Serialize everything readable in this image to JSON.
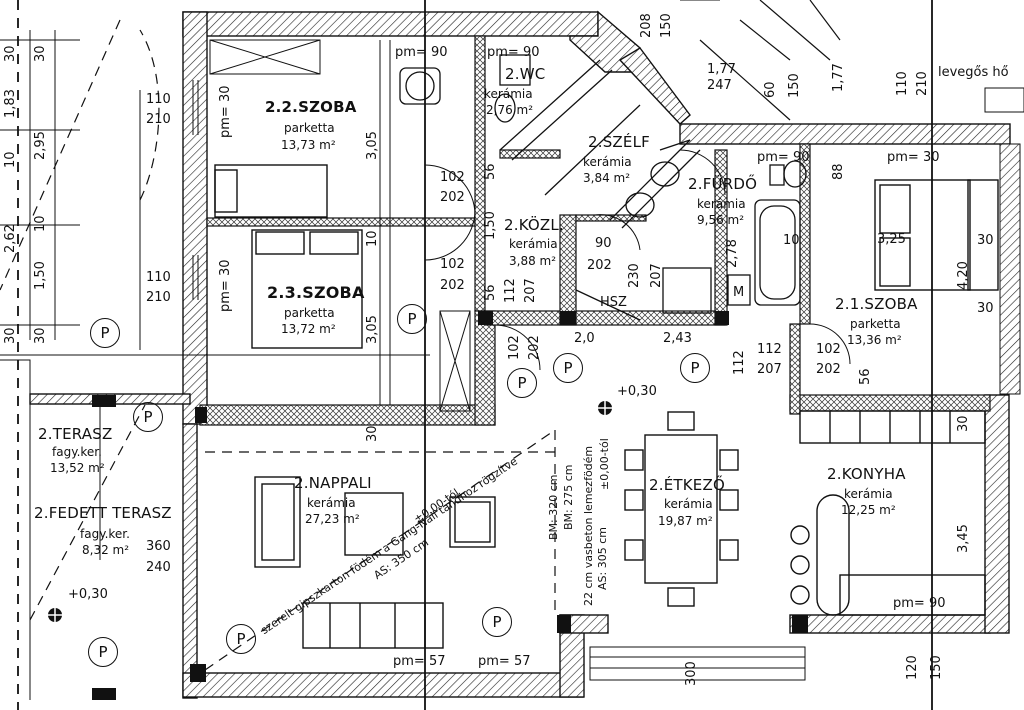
{
  "rooms": [
    {
      "name": "2.2.SZOBA",
      "material": "parketta",
      "area": "13,73 m²"
    },
    {
      "name": "2.3.SZOBA",
      "material": "parketta",
      "area": "13,72 m²"
    },
    {
      "name": "2.WC",
      "material": "kerámia",
      "area": "2,76 m²"
    },
    {
      "name": "2.SZÉLF",
      "material": "kerámia",
      "area": "3,84 m²"
    },
    {
      "name": "2.FÜRDŐ",
      "material": "kerámia",
      "area": "9,56 m²"
    },
    {
      "name": "2.KÖZL.",
      "material": "kerámia",
      "area": "3,88 m²"
    },
    {
      "name": "2.1.SZOBA",
      "material": "parketta",
      "area": "13,36 m²"
    },
    {
      "name": "2.NAPPALI",
      "material": "kerámia",
      "area": "27,23 m²"
    },
    {
      "name": "2.ÉTKEZŐ",
      "material": "kerámia",
      "area": "19,87 m²"
    },
    {
      "name": "2.KONYHA",
      "material": "kerámia",
      "area": "12,25 m²"
    },
    {
      "name": "2.TERASZ",
      "material": "fagy.ker.",
      "area": "13,52 m²"
    },
    {
      "name": "2.FEDETT TERASZ",
      "material": "fagy.ker.",
      "area": "8,32 m²"
    }
  ],
  "tags": {
    "pm90": "pm= 90",
    "pm30": "pm= 30",
    "pm57": "pm= 57",
    "levels": "+0,30",
    "p": "P",
    "hsz": "HSZ",
    "m": "M",
    "levegos": "levegős hő"
  },
  "dims": {
    "d110": "110",
    "d210": "210",
    "d102": "102",
    "d202": "202",
    "d112": "112",
    "d207": "207",
    "d90": "90",
    "d305": "3,05",
    "d325": "3,25",
    "d243": "2,43",
    "d345": "3,45",
    "d360": "360",
    "d240": "240",
    "d150": "150",
    "d177": "1,77",
    "d247": "247",
    "d10": "10",
    "d20": "2,0",
    "d56": "56",
    "d88": "88",
    "d60": "60",
    "d120": "120",
    "d300": "300",
    "d278": "2,78",
    "d230": "230",
    "d420": "4,20",
    "d30": "30",
    "d208": "208",
    "d183": "1,83",
    "d295": "2,95",
    "d262": "2,62",
    "d150b": "1,50"
  },
  "notes": {
    "ceiling": "22 cm vasbeton lemezfödém",
    "ceiling_level": "±0,00-tól",
    "bm1": "BM: 320 cm",
    "bm2": "BM: 275 cm",
    "as305": "AS: 305 cm",
    "gipsz": "szerelt gipszkarton födém a Gang-Nail tandhoz rögzítve",
    "as350": "AS: 350 cm",
    "as350lvl": "±0,00-tól"
  }
}
